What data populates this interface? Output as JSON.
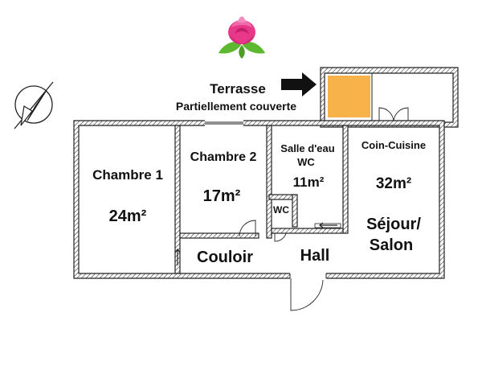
{
  "labels": {
    "terrasse": "Terrasse",
    "terrasse_note": "Partiellement couverte",
    "chambre1": "Chambre 1",
    "chambre1_area": "24m²",
    "chambre2": "Chambre 2",
    "chambre2_area": "17m²",
    "salle_eau_line1": "Salle d'eau",
    "salle_eau_line2": "WC",
    "salle_eau_area": "11m²",
    "wc": "WC",
    "coin_cuisine": "Coin-Cuisine",
    "coin_cuisine_area": "32m²",
    "sejour_line1": "Séjour/",
    "sejour_line2": "Salon",
    "couloir": "Couloir",
    "hall": "Hall"
  },
  "icons": {
    "logo": "rose-icon",
    "compass": "compass-icon",
    "pointer": "arrow-right-icon"
  },
  "colors": {
    "rose_pink": "#e8388a",
    "leaf_green": "#5cb82e",
    "highlight_orange": "#f7b24a",
    "wall": "#222222"
  }
}
